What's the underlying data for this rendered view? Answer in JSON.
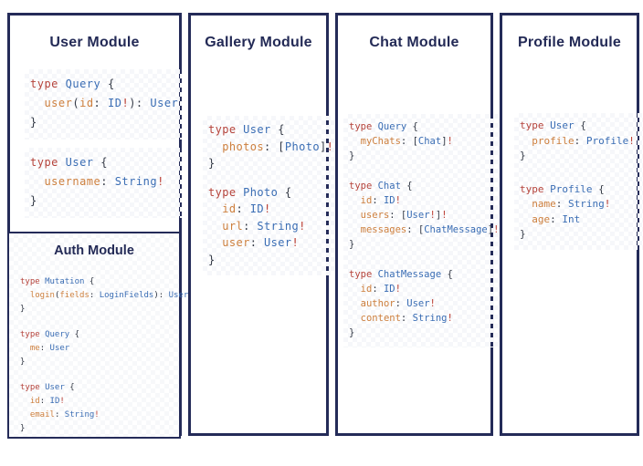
{
  "colors": {
    "border_navy": "#242b58",
    "title_navy": "#232a56",
    "background": "#ffffff"
  },
  "token_colors": {
    "k": "#b5433b",
    "t": "#3a6db4",
    "f": "#cd7f3d",
    "p": "#343a46",
    "b": "#bb3e33"
  },
  "panels": [
    {
      "title": "User Module",
      "blocks": [
        [
          [
            [
              "k",
              "type "
            ],
            [
              "t",
              "Query "
            ],
            [
              "p",
              "{"
            ]
          ],
          [
            [
              "p",
              "  "
            ],
            [
              "f",
              "user"
            ],
            [
              "p",
              "("
            ],
            [
              "f",
              "id"
            ],
            [
              "p",
              ": "
            ],
            [
              "t",
              "ID"
            ],
            [
              "b",
              "!"
            ],
            [
              "p",
              "): "
            ],
            [
              "t",
              "User"
            ]
          ],
          [
            [
              "p",
              "}"
            ]
          ]
        ],
        [
          [
            [
              "k",
              "type "
            ],
            [
              "t",
              "User "
            ],
            [
              "p",
              "{"
            ]
          ],
          [
            [
              "p",
              "  "
            ],
            [
              "f",
              "username"
            ],
            [
              "p",
              ": "
            ],
            [
              "t",
              "String"
            ],
            [
              "b",
              "!"
            ]
          ],
          [
            [
              "p",
              "}"
            ]
          ]
        ]
      ]
    },
    {
      "title": "Gallery Module",
      "blocks": [
        [
          [
            [
              "k",
              "type "
            ],
            [
              "t",
              "User "
            ],
            [
              "p",
              "{"
            ]
          ],
          [
            [
              "p",
              "  "
            ],
            [
              "f",
              "photos"
            ],
            [
              "p",
              ": ["
            ],
            [
              "t",
              "Photo"
            ],
            [
              "p",
              "]"
            ],
            [
              "b",
              "!"
            ]
          ],
          [
            [
              "p",
              "}"
            ]
          ],
          [],
          [
            [
              "k",
              "type "
            ],
            [
              "t",
              "Photo "
            ],
            [
              "p",
              "{"
            ]
          ],
          [
            [
              "p",
              "  "
            ],
            [
              "f",
              "id"
            ],
            [
              "p",
              ": "
            ],
            [
              "t",
              "ID"
            ],
            [
              "b",
              "!"
            ]
          ],
          [
            [
              "p",
              "  "
            ],
            [
              "f",
              "url"
            ],
            [
              "p",
              ": "
            ],
            [
              "t",
              "String"
            ],
            [
              "b",
              "!"
            ]
          ],
          [
            [
              "p",
              "  "
            ],
            [
              "f",
              "user"
            ],
            [
              "p",
              ": "
            ],
            [
              "t",
              "User"
            ],
            [
              "b",
              "!"
            ]
          ],
          [
            [
              "p",
              "}"
            ]
          ]
        ]
      ]
    },
    {
      "title": "Chat Module",
      "blocks": [
        [
          [
            [
              "k",
              "type "
            ],
            [
              "t",
              "Query "
            ],
            [
              "p",
              "{"
            ]
          ],
          [
            [
              "p",
              "  "
            ],
            [
              "f",
              "myChats"
            ],
            [
              "p",
              ": ["
            ],
            [
              "t",
              "Chat"
            ],
            [
              "p",
              "]"
            ],
            [
              "b",
              "!"
            ]
          ],
          [
            [
              "p",
              "}"
            ]
          ],
          [],
          [
            [
              "k",
              "type "
            ],
            [
              "t",
              "Chat "
            ],
            [
              "p",
              "{"
            ]
          ],
          [
            [
              "p",
              "  "
            ],
            [
              "f",
              "id"
            ],
            [
              "p",
              ": "
            ],
            [
              "t",
              "ID"
            ],
            [
              "b",
              "!"
            ]
          ],
          [
            [
              "p",
              "  "
            ],
            [
              "f",
              "users"
            ],
            [
              "p",
              ": ["
            ],
            [
              "t",
              "User"
            ],
            [
              "b",
              "!"
            ],
            [
              "p",
              "]"
            ],
            [
              "b",
              "!"
            ]
          ],
          [
            [
              "p",
              "  "
            ],
            [
              "f",
              "messages"
            ],
            [
              "p",
              ": ["
            ],
            [
              "t",
              "ChatMessage"
            ],
            [
              "p",
              "]"
            ],
            [
              "b",
              "!"
            ]
          ],
          [
            [
              "p",
              "}"
            ]
          ],
          [],
          [
            [
              "k",
              "type "
            ],
            [
              "t",
              "ChatMessage "
            ],
            [
              "p",
              "{"
            ]
          ],
          [
            [
              "p",
              "  "
            ],
            [
              "f",
              "id"
            ],
            [
              "p",
              ": "
            ],
            [
              "t",
              "ID"
            ],
            [
              "b",
              "!"
            ]
          ],
          [
            [
              "p",
              "  "
            ],
            [
              "f",
              "author"
            ],
            [
              "p",
              ": "
            ],
            [
              "t",
              "User"
            ],
            [
              "b",
              "!"
            ]
          ],
          [
            [
              "p",
              "  "
            ],
            [
              "f",
              "content"
            ],
            [
              "p",
              ": "
            ],
            [
              "t",
              "String"
            ],
            [
              "b",
              "!"
            ]
          ],
          [
            [
              "p",
              "}"
            ]
          ]
        ]
      ]
    },
    {
      "title": "Profile Module",
      "blocks": [
        [
          [
            [
              "k",
              "type "
            ],
            [
              "t",
              "User "
            ],
            [
              "p",
              "{"
            ]
          ],
          [
            [
              "p",
              "  "
            ],
            [
              "f",
              "profile"
            ],
            [
              "p",
              ": "
            ],
            [
              "t",
              "Profile"
            ],
            [
              "b",
              "!"
            ]
          ],
          [
            [
              "p",
              "}"
            ]
          ],
          [],
          [
            [
              "k",
              "type "
            ],
            [
              "t",
              "Profile "
            ],
            [
              "p",
              "{"
            ]
          ],
          [
            [
              "p",
              "  "
            ],
            [
              "f",
              "name"
            ],
            [
              "p",
              ": "
            ],
            [
              "t",
              "String"
            ],
            [
              "b",
              "!"
            ]
          ],
          [
            [
              "p",
              "  "
            ],
            [
              "f",
              "age"
            ],
            [
              "p",
              ": "
            ],
            [
              "t",
              "Int"
            ]
          ],
          [
            [
              "p",
              "}"
            ]
          ]
        ]
      ]
    },
    {
      "title": "Auth Module",
      "blocks": [
        [
          [
            [
              "k",
              "type "
            ],
            [
              "t",
              "Mutation "
            ],
            [
              "p",
              "{"
            ]
          ],
          [
            [
              "p",
              "  "
            ],
            [
              "f",
              "login"
            ],
            [
              "p",
              "("
            ],
            [
              "f",
              "fields"
            ],
            [
              "p",
              ": "
            ],
            [
              "t",
              "LoginFields"
            ],
            [
              "p",
              "): "
            ],
            [
              "t",
              "User"
            ]
          ],
          [
            [
              "p",
              "}"
            ]
          ],
          [],
          [
            [
              "k",
              "type "
            ],
            [
              "t",
              "Query "
            ],
            [
              "p",
              "{"
            ]
          ],
          [
            [
              "p",
              "  "
            ],
            [
              "f",
              "me"
            ],
            [
              "p",
              ": "
            ],
            [
              "t",
              "User"
            ]
          ],
          [
            [
              "p",
              "}"
            ]
          ],
          [],
          [
            [
              "k",
              "type "
            ],
            [
              "t",
              "User "
            ],
            [
              "p",
              "{"
            ]
          ],
          [
            [
              "p",
              "  "
            ],
            [
              "f",
              "id"
            ],
            [
              "p",
              ": "
            ],
            [
              "t",
              "ID"
            ],
            [
              "b",
              "!"
            ]
          ],
          [
            [
              "p",
              "  "
            ],
            [
              "f",
              "email"
            ],
            [
              "p",
              ": "
            ],
            [
              "t",
              "String"
            ],
            [
              "b",
              "!"
            ]
          ],
          [
            [
              "p",
              "}"
            ]
          ]
        ]
      ]
    }
  ]
}
